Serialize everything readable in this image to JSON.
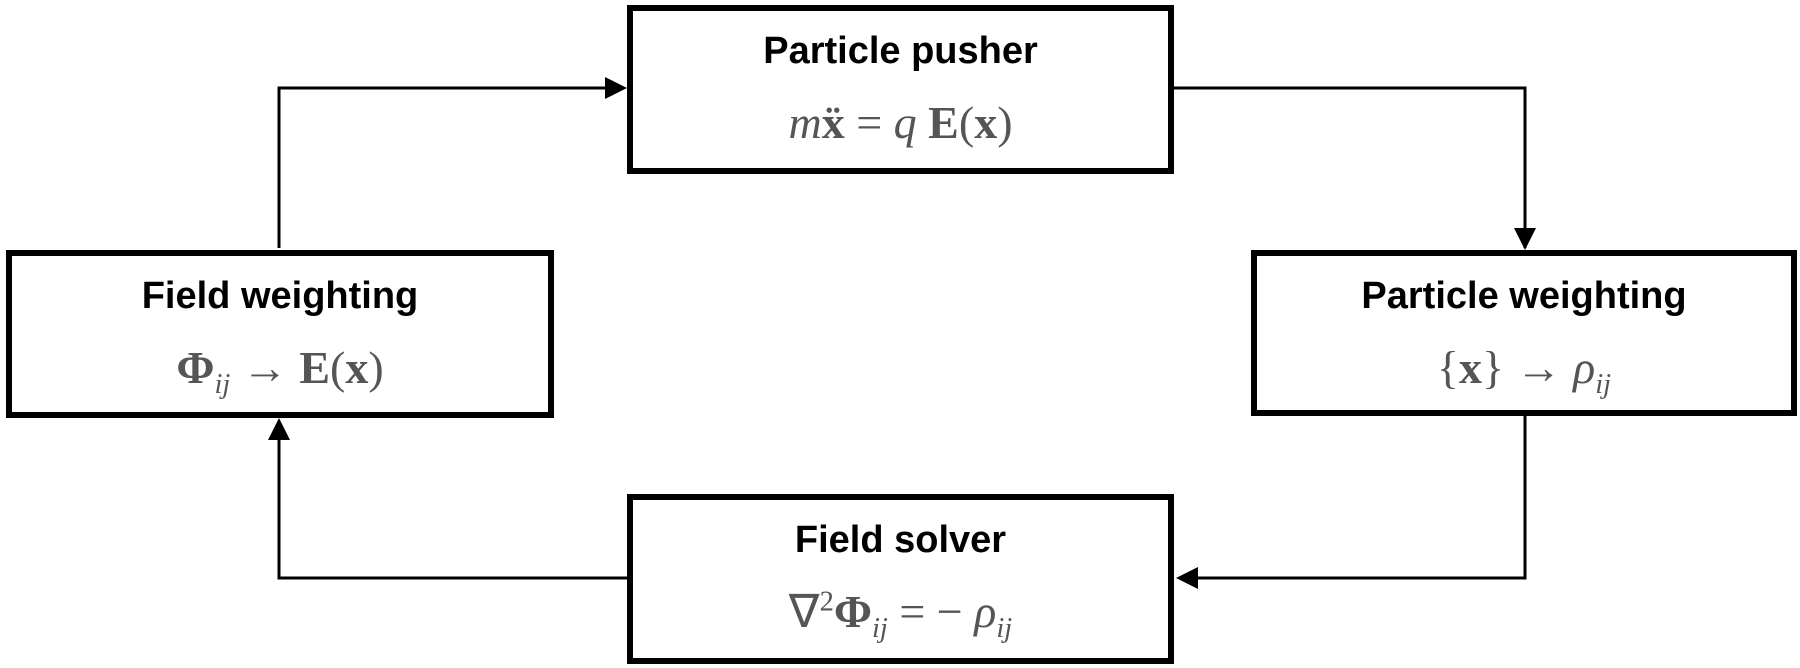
{
  "nodes": {
    "particle_pusher": {
      "title": "Particle pusher",
      "formula": "mẍ = q E(x)"
    },
    "particle_weighting": {
      "title": "Particle weighting",
      "formula": "{x} → ρij"
    },
    "field_solver": {
      "title": "Field solver",
      "formula": "∇²Φij = − ρij"
    },
    "field_weighting": {
      "title": "Field weighting",
      "formula": "Φij → E(x)"
    }
  },
  "edges": [
    {
      "from": "particle_pusher",
      "to": "particle_weighting"
    },
    {
      "from": "particle_weighting",
      "to": "field_solver"
    },
    {
      "from": "field_solver",
      "to": "field_weighting"
    },
    {
      "from": "field_weighting",
      "to": "particle_pusher"
    }
  ],
  "colors": {
    "border": "#000000",
    "formula_text": "#555555",
    "title_text": "#000000"
  }
}
